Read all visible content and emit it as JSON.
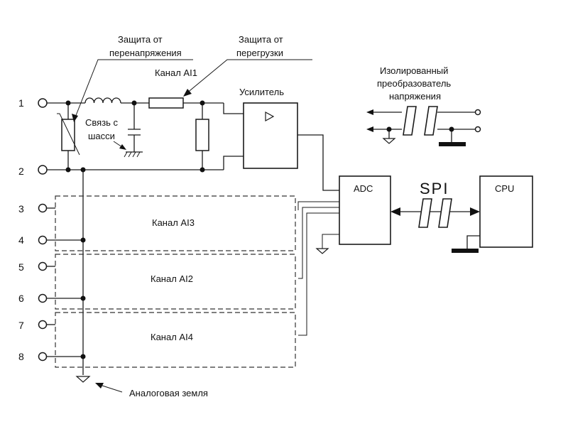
{
  "labels": {
    "overvoltage_protection": [
      "Защита от",
      "перенапряжения"
    ],
    "overload_protection": [
      "Защита от",
      "перегрузки"
    ],
    "channel_ai1": "Канал AI1",
    "amplifier": "Усилитель",
    "chassis_link": [
      "Связь с",
      "шасси"
    ],
    "isolated_converter": [
      "Изолированный",
      "преобразователь",
      "напряжения"
    ],
    "adc": "ADC",
    "spi": "SPI",
    "cpu": "CPU",
    "channel_ai3": "Канал AI3",
    "channel_ai2": "Канал AI2",
    "channel_ai4": "Канал AI4",
    "analog_ground": "Аналоговая земля"
  },
  "pins": [
    "1",
    "2",
    "3",
    "4",
    "5",
    "6",
    "7",
    "8"
  ]
}
